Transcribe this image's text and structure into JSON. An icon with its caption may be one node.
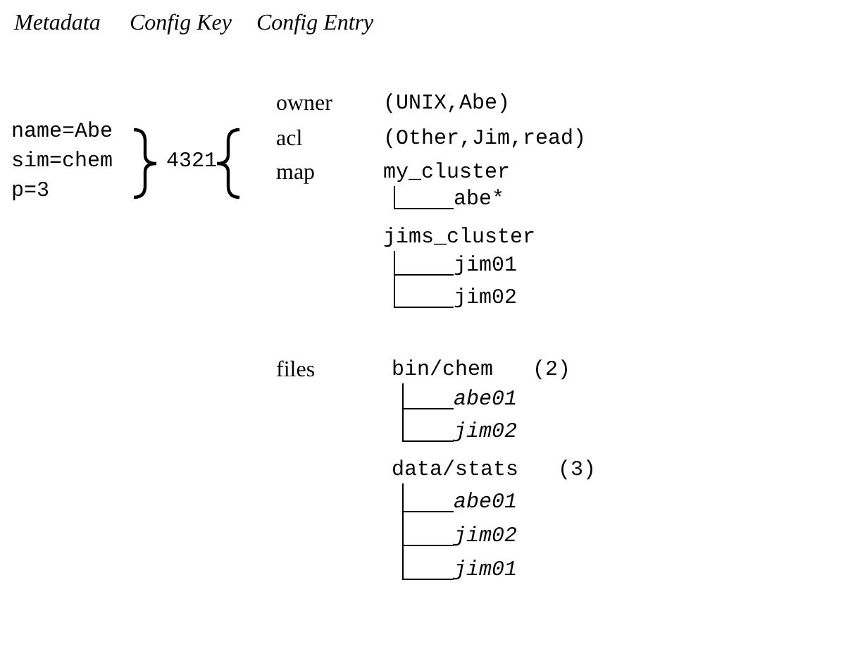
{
  "diagram": {
    "nodes": [
      {
        "text": [
          "my_cluster"
        ]
      },
      {
        "text": [
          "abe*"
        ]
      },
      {
        "text": [
          "jims_cluster"
        ]
      },
      {
        "text": [
          "jim01"
        ]
      },
      {
        "text": [
          "jim02"
        ]
      },
      {
        "text": [
          "bin/chem"
        ],
        "beside": [
          "(2)"
        ]
      },
      {
        "text": [
          "abe01"
        ]
      },
      {
        "text": [
          "jim02"
        ]
      },
      {
        "text": [
          "data/stats"
        ],
        "beside": [
          "(3)"
        ]
      },
      {
        "text": [
          "abe01"
        ]
      },
      {
        "text": [
          "jim02"
        ]
      },
      {
        "text": [
          "jim01"
        ]
      }
    ],
    "edges": [
      {
        "from": 0,
        "to": 1,
        "arrow": "none"
      },
      {
        "from": 2,
        "to": 3,
        "arrow": "none"
      },
      {
        "from": 2,
        "to": 4,
        "arrow": "none"
      },
      {
        "from": 5,
        "to": 6,
        "arrow": "none"
      },
      {
        "from": 5,
        "to": 7,
        "arrow": "none"
      },
      {
        "from": 8,
        "to": 9,
        "arrow": "none"
      },
      {
        "from": 8,
        "to": 10,
        "arrow": "none"
      },
      {
        "from": 8,
        "to": 11,
        "arrow": "none"
      }
    ],
    "labels": [
      "Metadata",
      "Config Key",
      "Config Entry",
      "owner",
      "(UNIX,Abe)",
      "name=Abe",
      "acl",
      "(Other,Jim,read)",
      "sim=chem",
      "4321",
      "map",
      "p=3",
      "files"
    ]
  }
}
